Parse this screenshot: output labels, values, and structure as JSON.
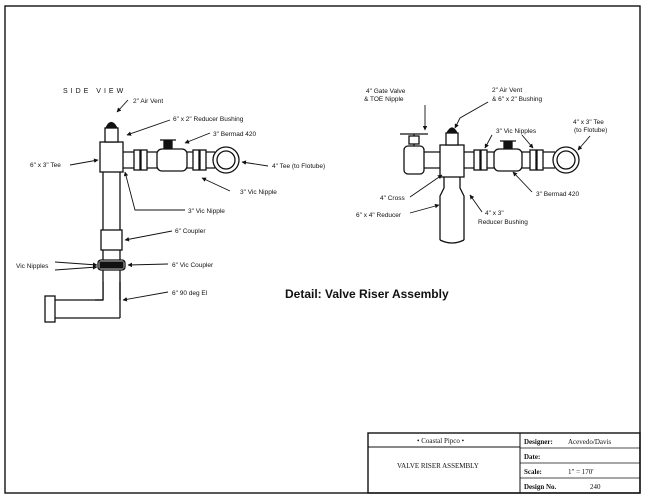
{
  "side_view": {
    "heading": "SIDE VIEW",
    "air_vent": "2\" Air Vent",
    "reducer_bushing": "6\" x 2\" Reducer Bushing",
    "bermad": "3\" Bermad 420",
    "tee_6x3": "6\" x 3\" Tee",
    "tee_flotube": "4\" Tee (to Flotube)",
    "vic_nipple_right": "3\" Vic Nipple",
    "vic_nipple_lower": "3\" Vic Nipple",
    "coupler": "6\" Coupler",
    "vic_nipples": "Vic Nipples",
    "vic_coupler": "6\" Vic Coupler",
    "elbow": "6\" 90 deg El"
  },
  "detail_view": {
    "gate_valve_1": "4\" Gate Valve",
    "gate_valve_2": "& TOE Nipple",
    "air_vent_1": "2\" Air Vent",
    "air_vent_2": "& 6\" x 2\" Bushing",
    "tee_1": "4\" x 3\" Tee",
    "tee_2": "(to Flotube)",
    "vic_nipples": "3\" Vic Nipples",
    "cross": "4\" Cross",
    "bermad": "3\" Bermad 420",
    "reducer": "6\" x 4\" Reducer",
    "reducer_bushing_1": "4\" x 3\"",
    "reducer_bushing_2": "Reducer Bushing"
  },
  "title": "Detail: Valve Riser Assembly",
  "title_block": {
    "company": "• Coastal Pipco •",
    "drawing_title": "VALVE RISER ASSEMBLY",
    "designer_label": "Designer:",
    "designer_value": "Acevedo/Davis",
    "date_label": "Date:",
    "date_value": "",
    "scale_label": "Scale:",
    "scale_value": "1\" = 170'",
    "design_no_label": "Design No.",
    "design_no_value": "240"
  }
}
